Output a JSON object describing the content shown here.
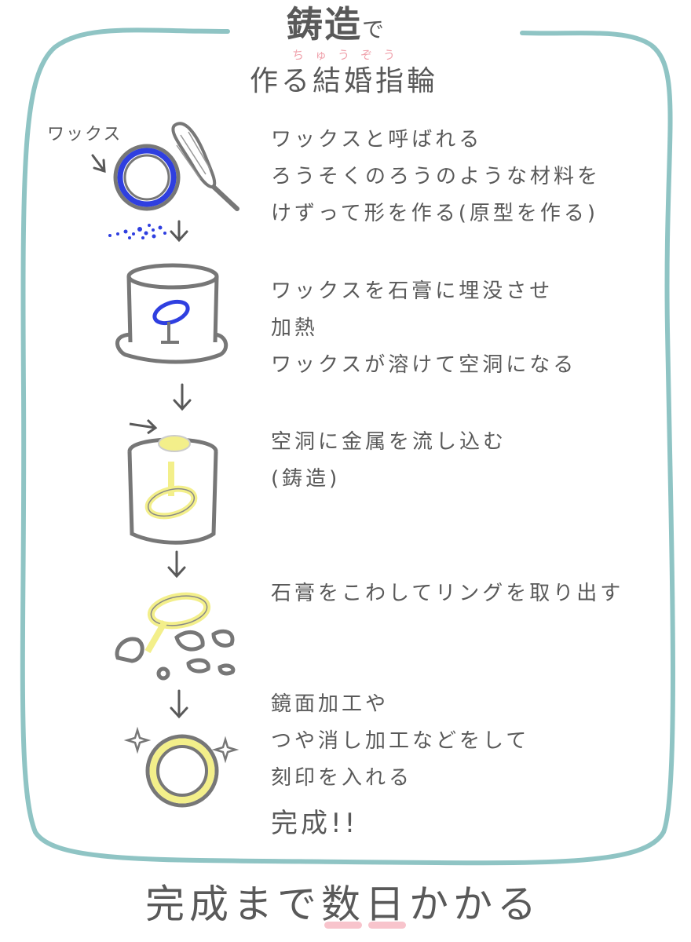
{
  "title": {
    "main": "鋳造",
    "particle": "で",
    "furigana": "ちゅうぞう",
    "subtitle": "作る結婚指輪"
  },
  "wax_label": "ワックス",
  "steps": [
    {
      "lines": [
        "ワックスと呼ばれる",
        "ろうそくのろうのような材料を",
        "けずって形を作る(原型を作る)"
      ]
    },
    {
      "lines": [
        "ワックスを石膏に埋没させ",
        "加熱",
        "ワックスが溶けて空洞になる"
      ]
    },
    {
      "lines": [
        "空洞に金属を流し込む",
        "(鋳造)"
      ]
    },
    {
      "lines": [
        "石膏をこわしてリングを取り出す"
      ]
    },
    {
      "lines": [
        "鏡面加工や",
        "つや消し加工などをして",
        "刻印を入れる"
      ]
    }
  ],
  "completion": "完成!!",
  "bottom": {
    "before": "完成まで",
    "highlight1": "数",
    "highlight2": "日",
    "after": "かかる"
  },
  "colors": {
    "frame": "#8fc4c4",
    "text": "#595959",
    "wax": "#2f3fe0",
    "metal": "#f3ef8a",
    "furigana": "#f0a4ae",
    "highlight": "#f6b5bf"
  }
}
